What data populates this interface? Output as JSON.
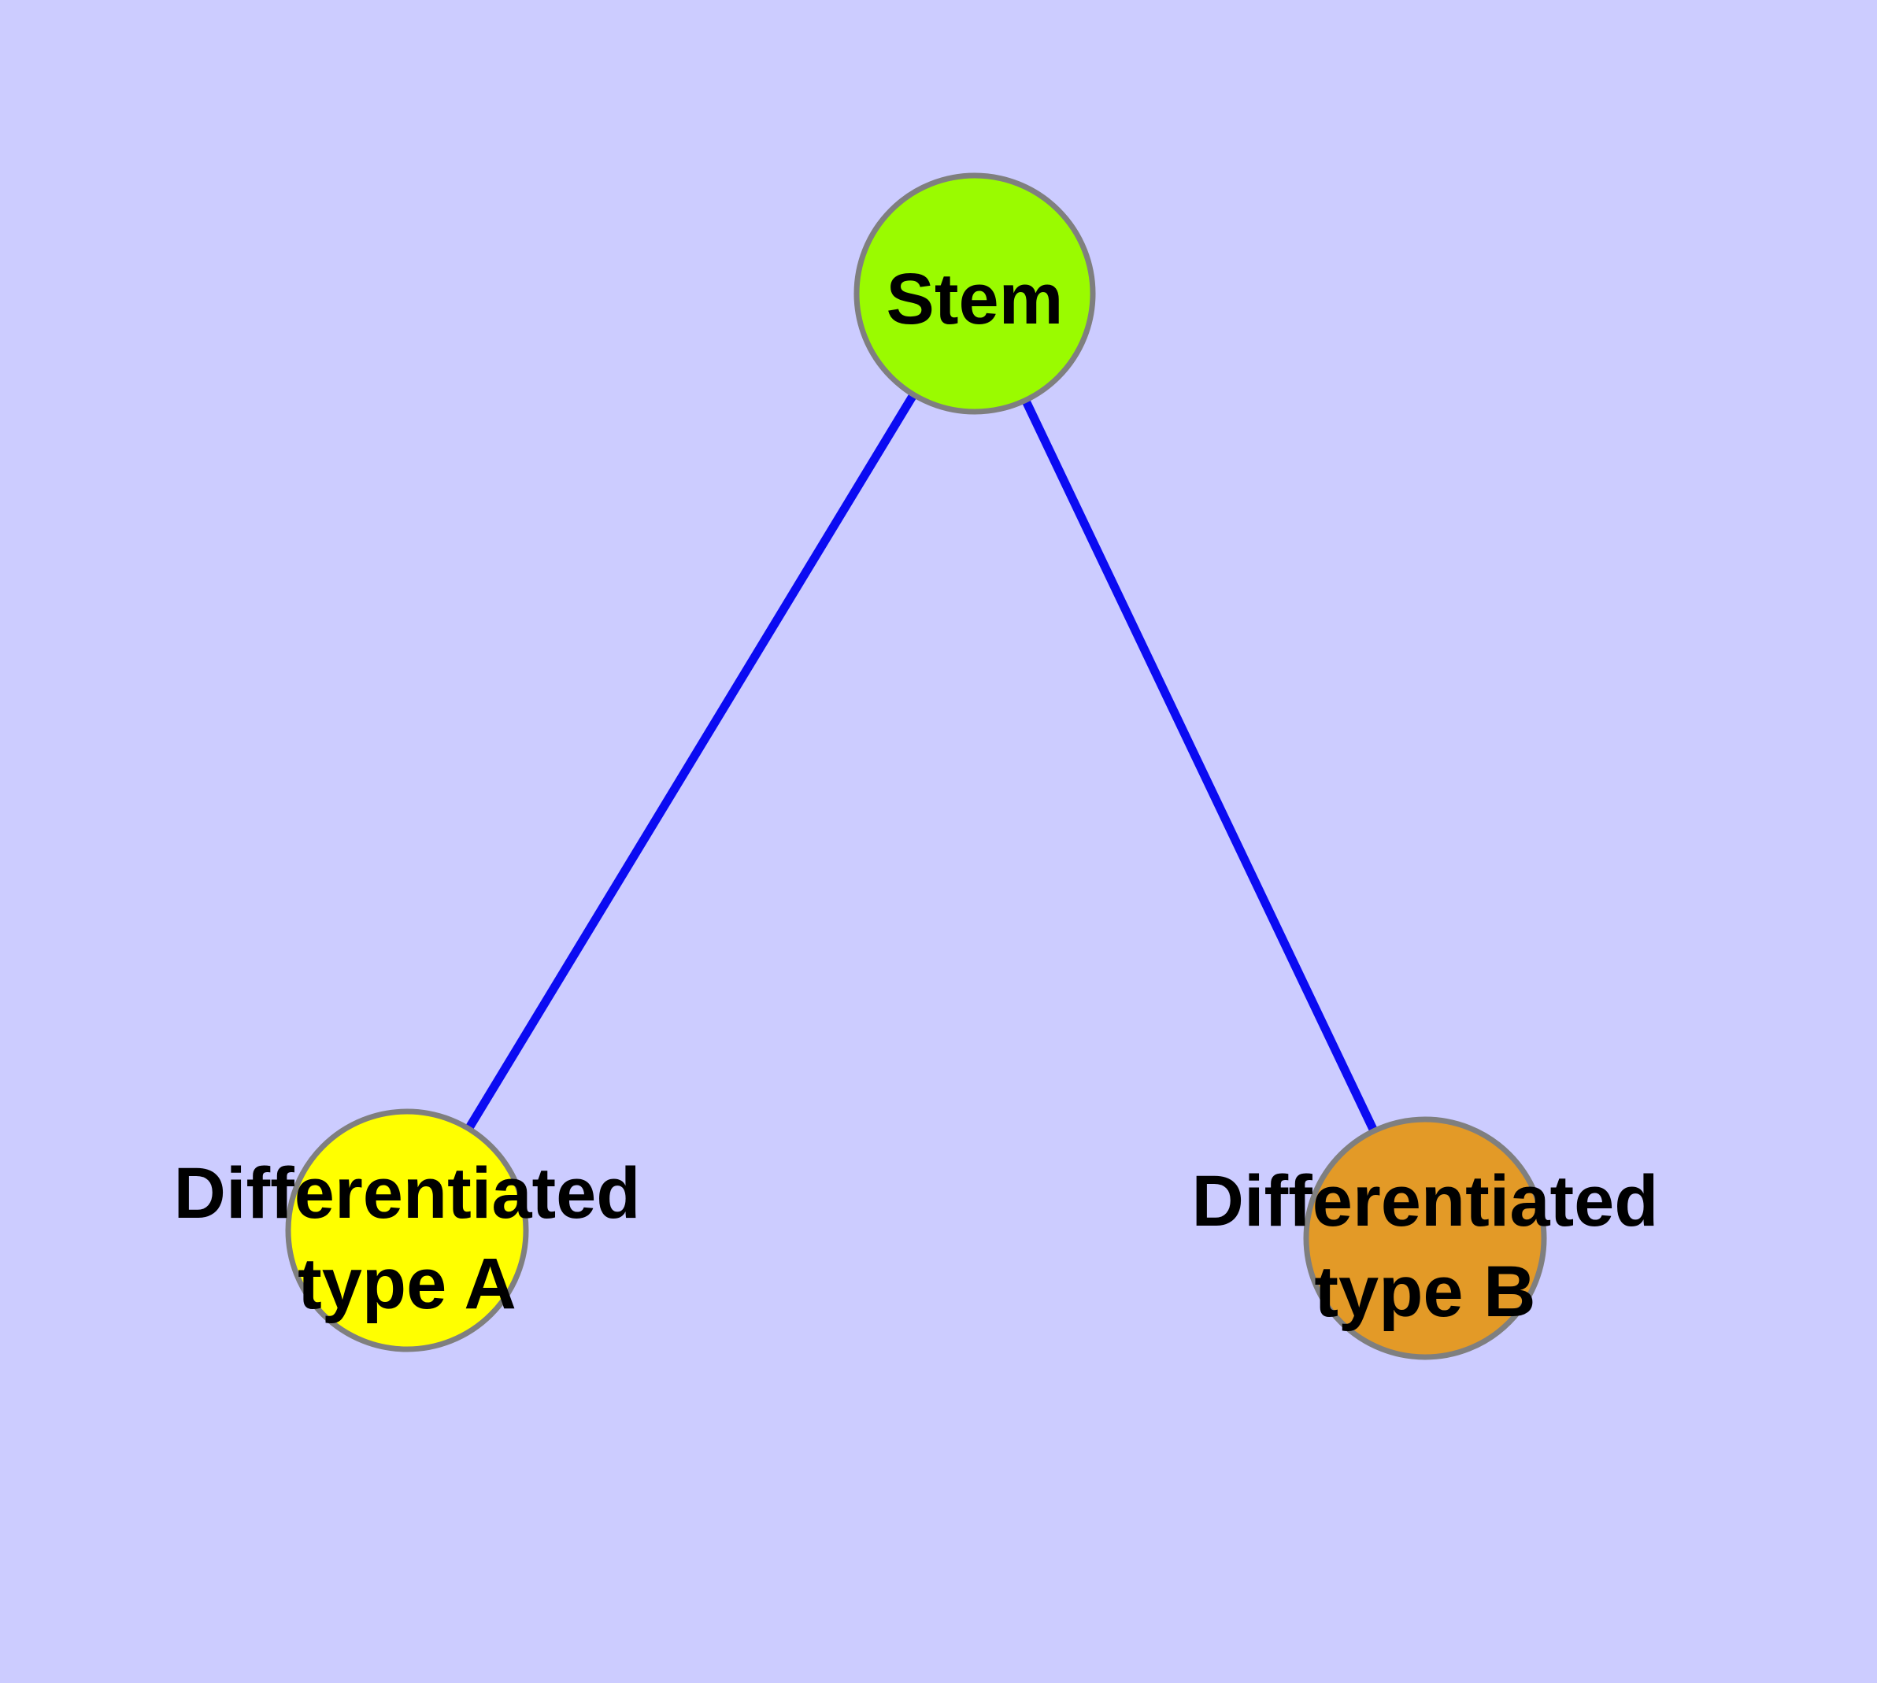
{
  "diagram": {
    "background_color": "#CCCCFF",
    "edge_color": "#0B0BF2",
    "node_border_color": "#7F7F7F",
    "label_color": "#000000",
    "nodes": {
      "stem": {
        "label": "Stem",
        "color": "#9AFB00"
      },
      "type_a": {
        "label_line1": "Differentiated",
        "label_line2": "type A",
        "color": "#FFFF00"
      },
      "type_b": {
        "label_line1": "Differentiated",
        "label_line2": "type B",
        "color": "#E39A27"
      }
    },
    "edges": [
      {
        "from": "Stem",
        "to": "Differentiated type A"
      },
      {
        "from": "Stem",
        "to": "Differentiated type B"
      }
    ]
  }
}
